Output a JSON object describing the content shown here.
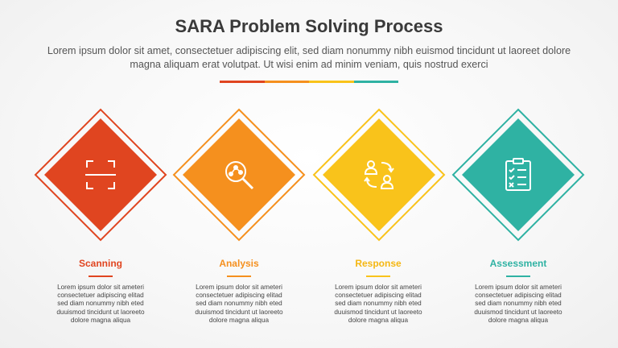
{
  "header": {
    "title": "SARA Problem Solving Process",
    "subtitle": "Lorem ipsum dolor sit amet, consectetuer adipiscing elit, sed diam nonummy nibh euismod tincidunt ut laoreet dolore magna aliquam erat volutpat. Ut wisi enim ad minim veniam, quis nostrud exerci"
  },
  "colors": {
    "red": "#e04520",
    "orange": "#f5901e",
    "yellow": "#f9c31b",
    "teal": "#2fb2a3"
  },
  "steps": [
    {
      "label": "Scanning",
      "icon": "scan-frame-icon",
      "description": "Lorem ipsum dolor sit ameteri\nconsectetuer adipiscing elitad\nsed diam nonummy nibh eted\nduuismod tincidunt ut laoreeto\ndolore magna aliqua"
    },
    {
      "label": "Analysis",
      "icon": "magnifier-analysis-icon",
      "description": "Lorem ipsum dolor sit ameteri\nconsectetuer adipiscing elitad\nsed diam nonummy nibh eted\nduuismod tincidunt ut laoreeto\ndolore magna aliqua"
    },
    {
      "label": "Response",
      "icon": "people-exchange-icon",
      "description": "Lorem ipsum dolor sit ameteri\nconsectetuer adipiscing elitad\nsed diam nonummy nibh eted\nduuismod tincidunt ut laoreeto\ndolore magna aliqua"
    },
    {
      "label": "Assessment",
      "icon": "clipboard-checklist-icon",
      "description": "Lorem ipsum dolor sit ameteri\nconsectetuer adipiscing elitad\nsed diam nonummy nibh eted\nduuismod tincidunt ut laoreeto\ndolore magna aliqua"
    }
  ]
}
